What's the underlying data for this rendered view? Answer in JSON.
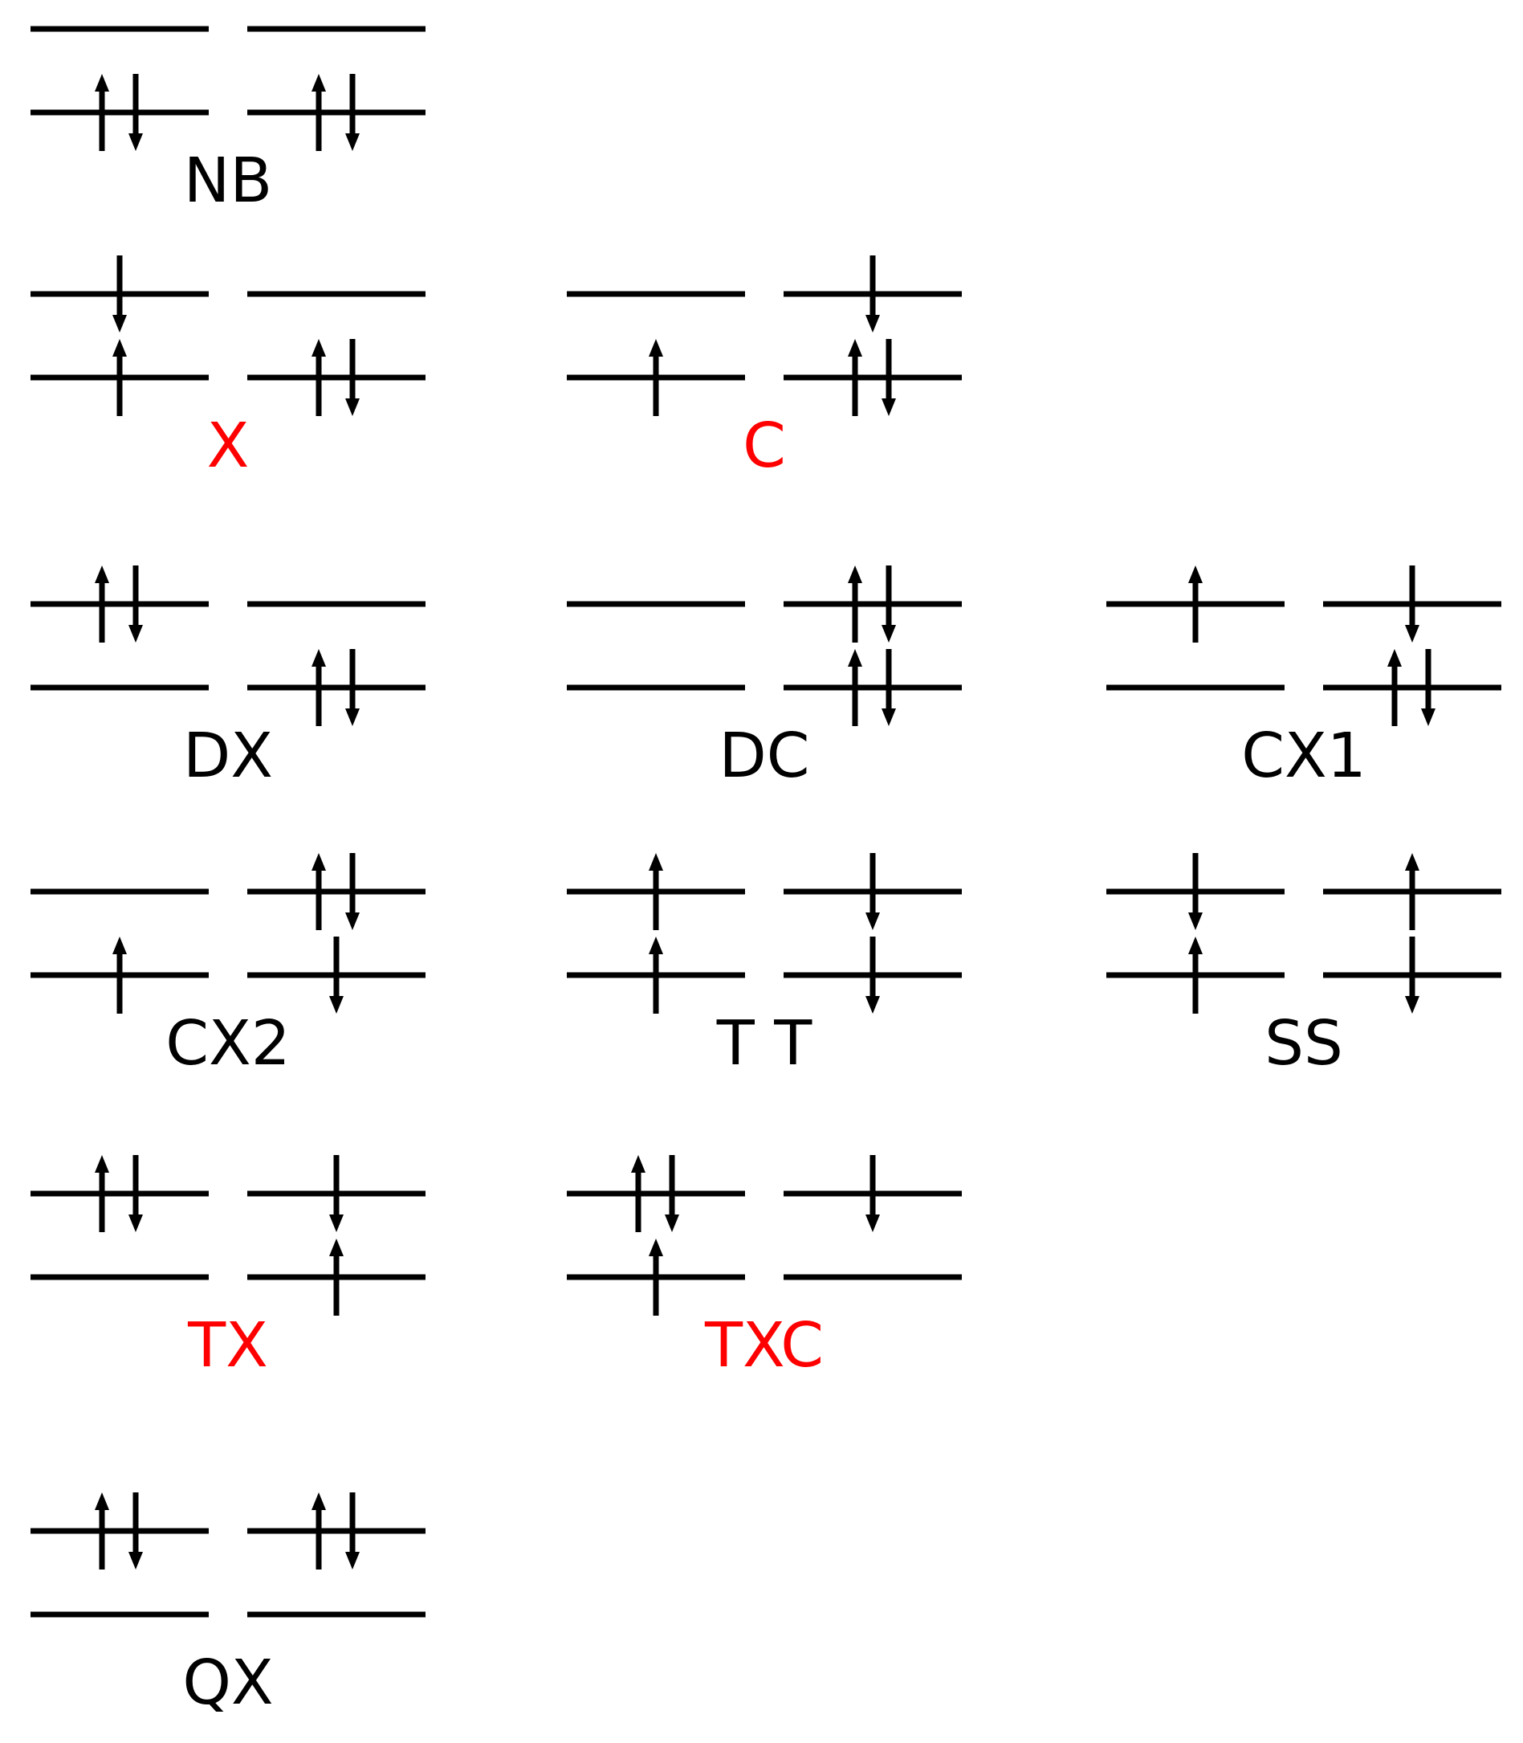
{
  "colors": {
    "level_line": "#000000",
    "label_default": "#000000",
    "label_highlight": "#ff0000"
  },
  "states": [
    {
      "id": "nb",
      "label": "NB",
      "highlight": false,
      "site_a": {
        "upper": "",
        "lower": "ud"
      },
      "site_b": {
        "upper": "",
        "lower": "ud"
      }
    },
    {
      "id": "x",
      "label": "X",
      "highlight": true,
      "site_a": {
        "upper": "d",
        "lower": "u"
      },
      "site_b": {
        "upper": "",
        "lower": "ud"
      }
    },
    {
      "id": "c",
      "label": "C",
      "highlight": true,
      "site_a": {
        "upper": "",
        "lower": "u"
      },
      "site_b": {
        "upper": "d",
        "lower": "ud"
      }
    },
    {
      "id": "dx",
      "label": "DX",
      "highlight": false,
      "site_a": {
        "upper": "ud",
        "lower": ""
      },
      "site_b": {
        "upper": "",
        "lower": "ud"
      }
    },
    {
      "id": "dc",
      "label": "DC",
      "highlight": false,
      "site_a": {
        "upper": "",
        "lower": ""
      },
      "site_b": {
        "upper": "ud",
        "lower": "ud"
      }
    },
    {
      "id": "cx1",
      "label": "CX1",
      "highlight": false,
      "site_a": {
        "upper": "u",
        "lower": ""
      },
      "site_b": {
        "upper": "d",
        "lower": "ud"
      }
    },
    {
      "id": "cx2",
      "label": "CX2",
      "highlight": false,
      "site_a": {
        "upper": "",
        "lower": "u"
      },
      "site_b": {
        "upper": "ud",
        "lower": "d"
      }
    },
    {
      "id": "tt",
      "label": "T T",
      "highlight": false,
      "site_a": {
        "upper": "u",
        "lower": "u"
      },
      "site_b": {
        "upper": "d",
        "lower": "d"
      }
    },
    {
      "id": "ss",
      "label": "SS",
      "highlight": false,
      "site_a": {
        "upper": "d",
        "lower": "u"
      },
      "site_b": {
        "upper": "u",
        "lower": "d"
      }
    },
    {
      "id": "tx",
      "label": "TX",
      "highlight": true,
      "site_a": {
        "upper": "ud",
        "lower": ""
      },
      "site_b": {
        "upper": "d",
        "lower": "u"
      }
    },
    {
      "id": "txc",
      "label": "TXC",
      "highlight": true,
      "site_a": {
        "upper": "ud",
        "lower": "u"
      },
      "site_b": {
        "upper": "d",
        "lower": ""
      }
    },
    {
      "id": "qx",
      "label": "QX",
      "highlight": false,
      "site_a": {
        "upper": "ud",
        "lower": ""
      },
      "site_b": {
        "upper": "ud",
        "lower": ""
      }
    }
  ]
}
